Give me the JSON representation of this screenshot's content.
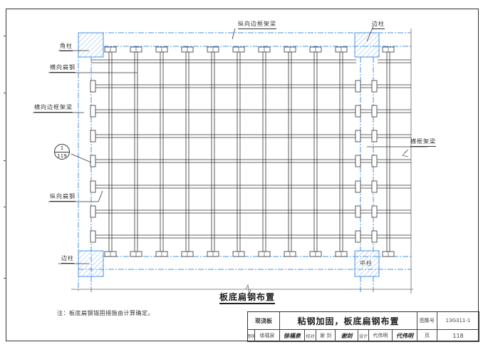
{
  "drawing": {
    "title": "板底扁钢布置",
    "note": "注：板底扁钢锚固措施由计算确定。",
    "labels": {
      "corner_column": "角柱",
      "transverse_flat_steel": "横向扁钢",
      "transverse_edge_frame_beam": "横向边框架梁",
      "longitudinal_flat_steel": "纵向扁钢",
      "edge_column_bottom": "边柱",
      "longitudinal_edge_frame_beam": "纵向边框架梁",
      "edge_column_top": "边柱",
      "transverse_frame_beam": "横框架梁",
      "middle_column": "中柱"
    },
    "detail_callout": {
      "number": "1",
      "sheet": "119"
    },
    "grid": {
      "vertical_strips_x": [
        155,
        191,
        227,
        263,
        299,
        335,
        371,
        407,
        443,
        479,
        545
      ],
      "horizontal_strips_y": [
        86,
        121,
        156,
        191,
        226,
        262,
        297,
        332
      ]
    },
    "colors": {
      "line": "#333333",
      "axis_blue": "#4a90e2",
      "hatch_blue": "#8ab8ee"
    }
  },
  "title_block": {
    "type": "现浇板",
    "main_title": "粘钢加固，板底扁钢布置",
    "atlas_no_label": "图集号",
    "atlas_no": "13G311-1",
    "review_label": "审核",
    "reviewer": "徐福泉",
    "reviewer_sig": "徐福泉",
    "check_label": "校对",
    "checker": "谢 剑",
    "checker_sig": "谢剑",
    "design_label": "设计",
    "designer": "代伟明",
    "designer_sig": "代伟明",
    "page_label": "页",
    "page": "118"
  }
}
